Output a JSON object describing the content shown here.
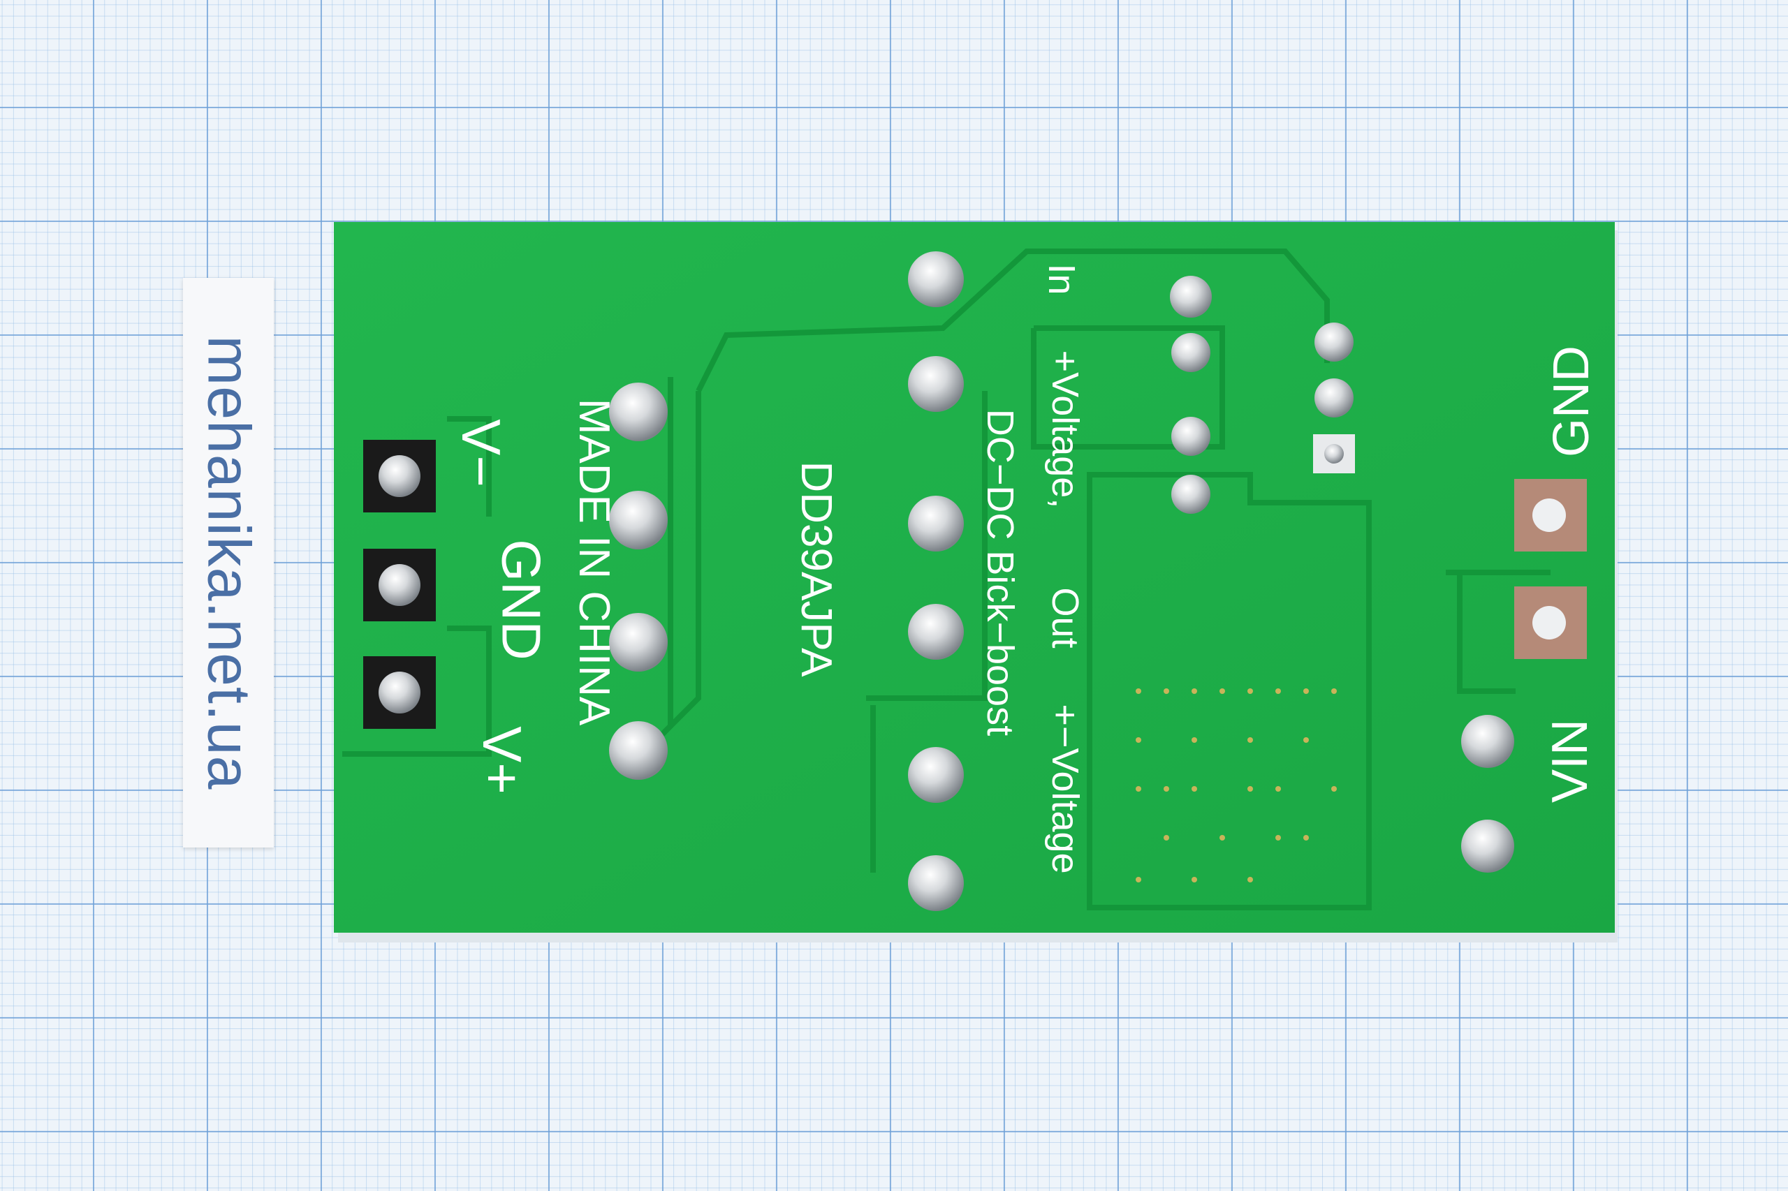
{
  "watermark": "mehanika.net.ua",
  "silkscreen": {
    "v_minus": "V−",
    "gnd_left": "GND",
    "v_plus": "V+",
    "made_in_china": "MADE IN CHINA",
    "model": "DD39AJPA",
    "in_label": "In",
    "in_voltage": "+Voltage,",
    "out_label": "Out",
    "out_voltage": "+−Voltage",
    "dcdc": "DC−DC Bick−boost",
    "gnd_right": "GND",
    "vin": "VIN"
  },
  "colors": {
    "board": "#1fb14a",
    "trace": "#159a3c",
    "solder_mask_edge": "#0f8a33",
    "pad_silver": "#c9ccd0",
    "copper_pad": "#b58a78",
    "silk": "#ffffff"
  }
}
